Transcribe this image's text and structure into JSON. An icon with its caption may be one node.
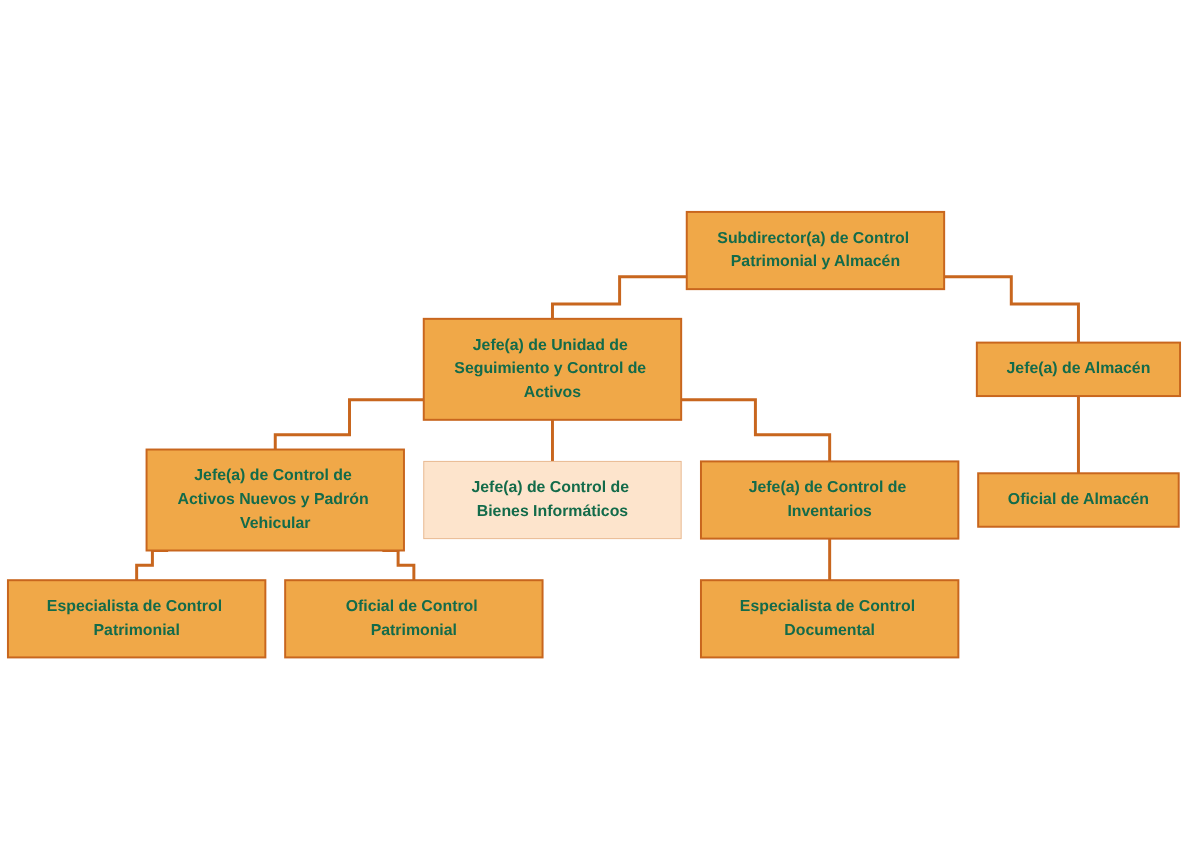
{
  "diagram": {
    "nodes": [
      {
        "text": [
          "Subdirector(a) de Control Patrimonial y Almacén"
        ]
      },
      {
        "text": [
          "Jefe(a) de Unidad de Seguimiento y Control de Activos"
        ]
      },
      {
        "text": [
          "Jefe(a) de Almacén"
        ]
      },
      {
        "text": [
          "Jefe(a) de Control de Activos Nuevos y Padrón Vehicular"
        ]
      },
      {
        "text": [
          "Jefe(a) de Control de Bienes Informáticos"
        ]
      },
      {
        "text": [
          "Jefe(a) de Control de Inventarios"
        ]
      },
      {
        "text": [
          "Oficial de Almacén"
        ]
      },
      {
        "text": [
          "Especialista de Control Patrimonial"
        ]
      },
      {
        "text": [
          "Oficial de Control Patrimonial"
        ]
      },
      {
        "text": [
          "Especialista de Control Documental"
        ]
      }
    ],
    "edges": [
      {
        "from": 0,
        "to": 1,
        "arrow": "none"
      },
      {
        "from": 0,
        "to": 2,
        "arrow": "none"
      },
      {
        "from": 1,
        "to": 3,
        "arrow": "none"
      },
      {
        "from": 1,
        "to": 4,
        "arrow": "none"
      },
      {
        "from": 1,
        "to": 5,
        "arrow": "none"
      },
      {
        "from": 2,
        "to": 6,
        "arrow": "none"
      },
      {
        "from": 3,
        "to": 7,
        "arrow": "none"
      },
      {
        "from": 3,
        "to": 8,
        "arrow": "none"
      },
      {
        "from": 5,
        "to": 9,
        "arrow": "none"
      }
    ]
  }
}
